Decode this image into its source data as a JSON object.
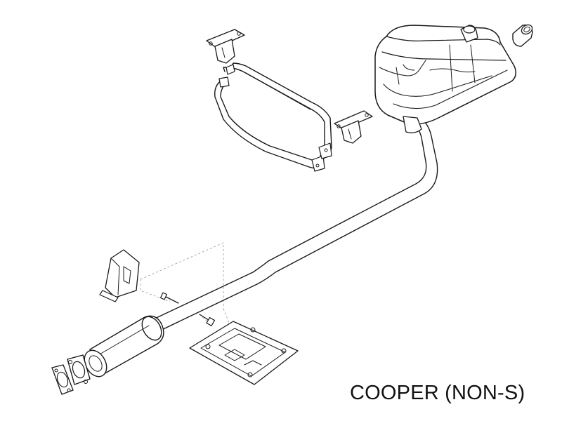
{
  "diagram": {
    "caption": "COOPER (NON-S)",
    "parts": [
      "hanger-bracket-upper",
      "rear-exhaust-bracket-frame",
      "hanger-bracket-right",
      "rear-muffler",
      "tailpipe-tip",
      "exhaust-pipe",
      "center-resonator",
      "front-flange",
      "flange-gasket",
      "hanger-bracket-front",
      "heat-shield",
      "bolt",
      "stud-bolt"
    ]
  }
}
